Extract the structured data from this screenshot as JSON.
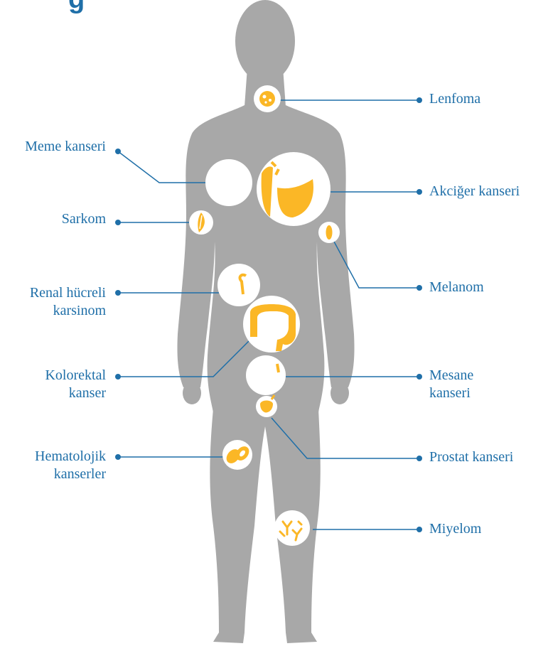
{
  "title_fragment": "g",
  "colors": {
    "body": "#a8a8a8",
    "organ": "#fbb726",
    "circle": "#ffffff",
    "line": "#1f6fa8",
    "text": "#1f6fa8"
  },
  "labels": {
    "lenfoma": "Lenfoma",
    "meme": "Meme kanseri",
    "akciger": "Akciğer kanseri",
    "sarkom": "Sarkom",
    "melanom": "Melanom",
    "renal_1": "Renal hücreli",
    "renal_2": "karsinom",
    "kolorektal_1": "Kolorektal",
    "kolorektal_2": "kanser",
    "mesane_1": "Mesane",
    "mesane_2": "kanseri",
    "prostat": "Prostat kanseri",
    "hematolojik_1": "Hematolojik",
    "hematolojik_2": "kanserler",
    "miyelom": "Miyelom"
  }
}
